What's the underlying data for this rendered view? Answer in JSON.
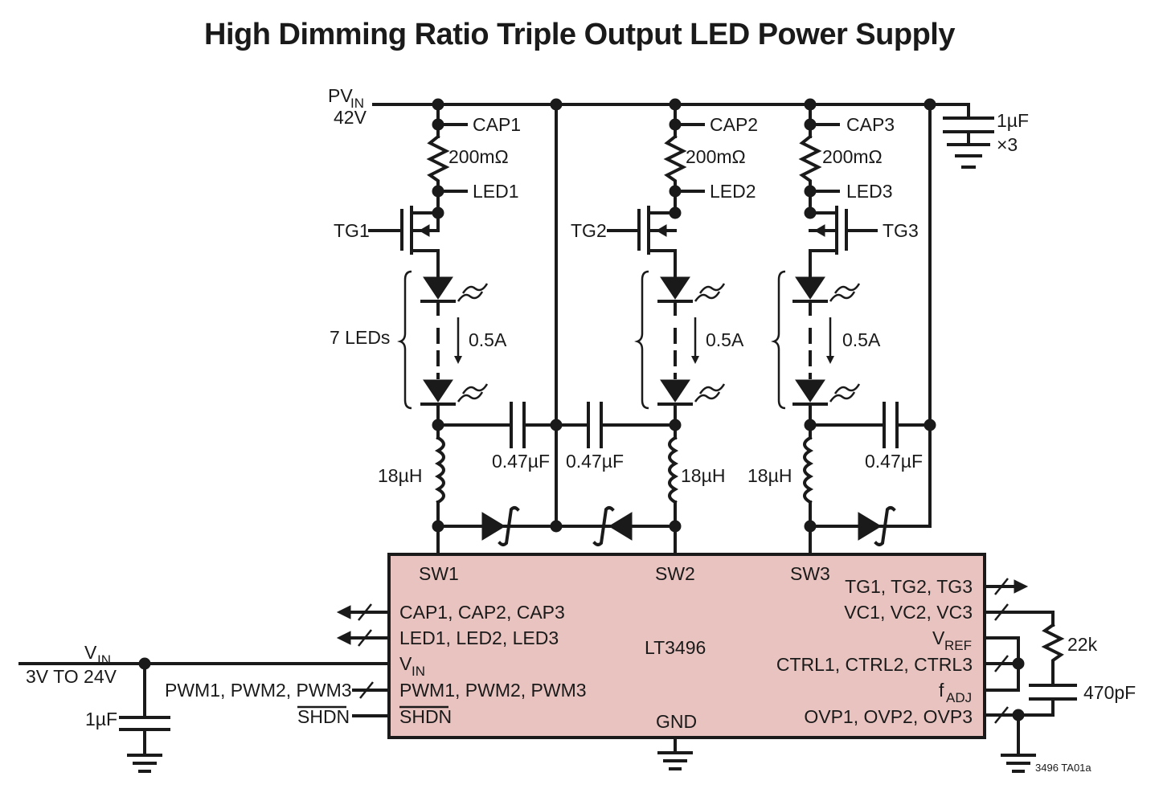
{
  "title": "High Dimming Ratio Triple Output LED Power Supply",
  "colors": {
    "ic_fill": "#e8c3bf",
    "wire": "#1a1a1a"
  },
  "supply": {
    "pvin": "PV",
    "pvin_sub": "IN",
    "pvin_voltage": "42V",
    "input_cap": "1µF",
    "input_cap_count": "×3"
  },
  "channels": [
    {
      "cap": "CAP1",
      "resistor": "200mΩ",
      "led": "LED1",
      "gate": "TG1",
      "current": "0.5A",
      "inductor": "18µH",
      "out_cap": "0.47µF",
      "sw": "SW1"
    },
    {
      "cap": "CAP2",
      "resistor": "200mΩ",
      "led": "LED2",
      "gate": "TG2",
      "current": "0.5A",
      "inductor": "18µH",
      "out_cap": "0.47µF",
      "sw": "SW2"
    },
    {
      "cap": "CAP3",
      "resistor": "200mΩ",
      "led": "LED3",
      "gate": "TG3",
      "current": "0.5A",
      "inductor": "18µH",
      "out_cap": "0.47µF",
      "sw": "SW3"
    }
  ],
  "led_count": "7 LEDs",
  "ic": {
    "name": "LT3496",
    "gnd": "GND",
    "left_pins": [
      "CAP1, CAP2, CAP3",
      "LED1, LED2, LED3",
      "V",
      "PWM1, PWM2, PWM3",
      "SHDN"
    ],
    "vin_sub": "IN",
    "right_pins": [
      "TG1, TG2, TG3",
      "VC1, VC2, VC3",
      "V",
      "CTRL1, CTRL2, CTRL3",
      "f",
      "OVP1, OVP2, OVP3"
    ],
    "vref_sub": "REF",
    "fadj_sub": "ADJ"
  },
  "input": {
    "vin": "V",
    "vin_sub": "IN",
    "range": "3V TO 24V",
    "cap": "1µF",
    "pwm": "PWM1, PWM2, PWM3",
    "shdn": "SHDN"
  },
  "comp": {
    "resistor": "22k",
    "cap": "470pF"
  },
  "figure_id": "3496 TA01a"
}
